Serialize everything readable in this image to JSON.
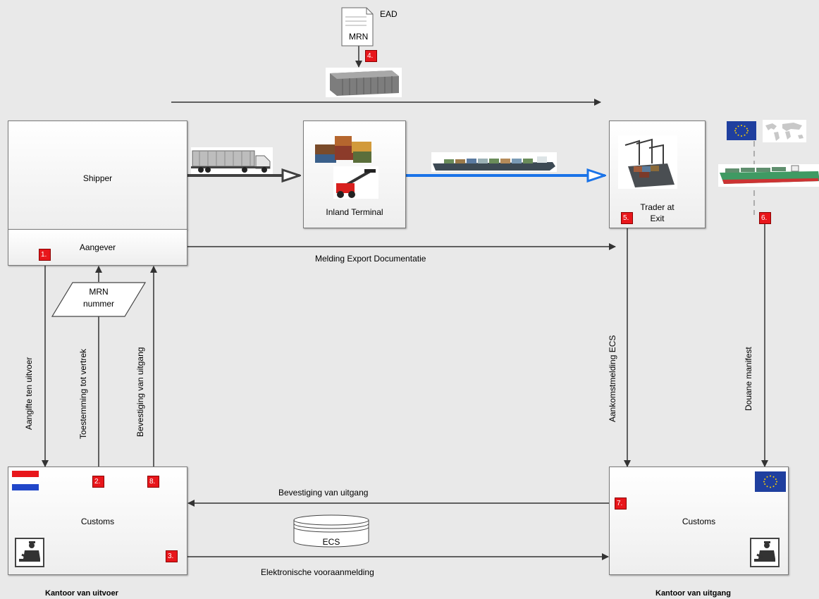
{
  "doc": {
    "ead": "EAD",
    "mrn": "MRN"
  },
  "nodes": {
    "shipper": "Shipper",
    "aangever": "Aangever",
    "inland_terminal": "Inland Terminal",
    "trader_at_exit_line1": "Trader at",
    "trader_at_exit_line2": "Exit",
    "customs_left": "Customs",
    "customs_right": "Customs",
    "mrn_nummer_line1": "MRN",
    "mrn_nummer_line2": "nummer",
    "ecs": "ECS"
  },
  "flows": {
    "melding": "Melding Export Documentatie",
    "aangifte": "Aangifte ten uitvoer",
    "toestemming": "Toestemming tot vertrek",
    "bevestiging_v": "Bevestiging van uitgang",
    "aankomst": "Aankomstmelding ECS",
    "douane": "Douane manifest",
    "bevestiging_h": "Bevestiging van uitgang",
    "elektronische": "Elektronische vooraanmelding"
  },
  "steps": [
    "1.",
    "2.",
    "3.",
    "4.",
    "5.",
    "6.",
    "7.",
    "8."
  ],
  "footer": {
    "left": "Kantoor van uitvoer",
    "right": "Kantoor van uitgang"
  },
  "colors": {
    "badge": "#e8161b",
    "water_route": "#1a73e8",
    "eu_blue": "#1f3f9f",
    "nl_red": "#e8161b",
    "nl_blue": "#2147c9"
  }
}
